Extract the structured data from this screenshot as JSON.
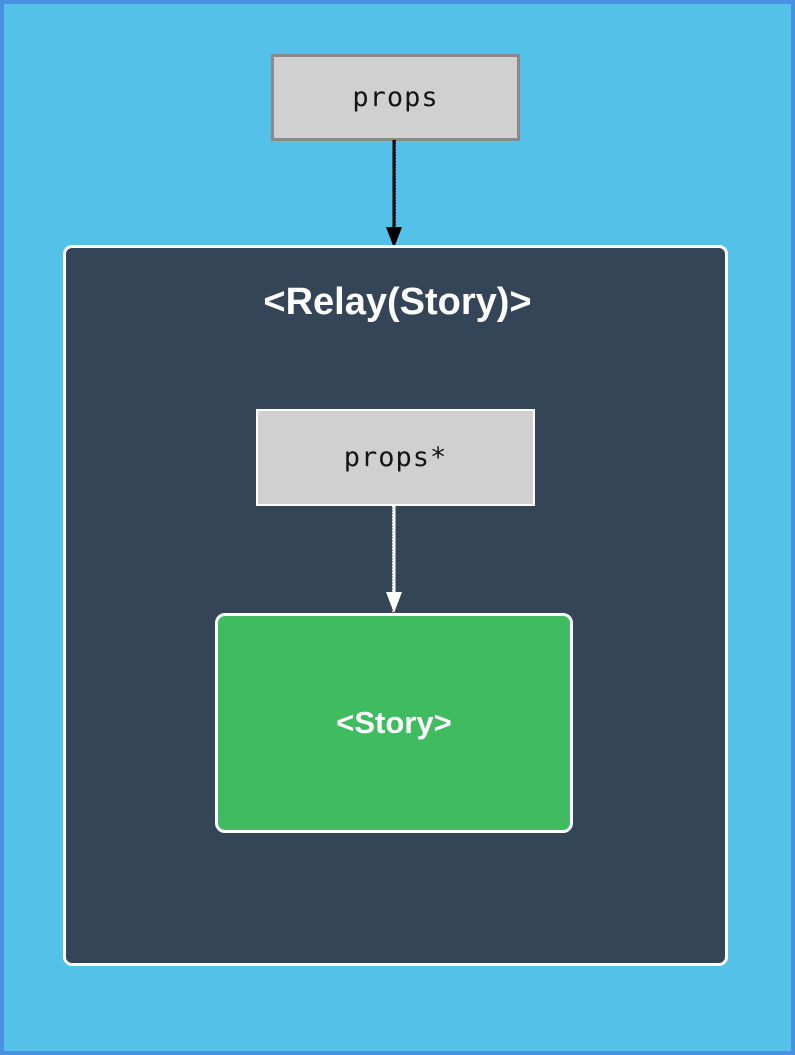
{
  "diagram": {
    "background_color": "#54c1e8",
    "frame_border_color": "#4a90e2",
    "nodes": {
      "props": {
        "label": "props",
        "fill": "#d0d0d0",
        "border_color": "#8a8a8a",
        "text_color": "#141414"
      },
      "relay_container": {
        "label": "<Relay(Story)>",
        "fill": "#344557",
        "border_color": "#ffffff",
        "text_color": "#ffffff"
      },
      "props_star": {
        "label": "props*",
        "fill": "#d0d0d0",
        "border_color": "#ffffff",
        "text_color": "#141414"
      },
      "story": {
        "label": "<Story>",
        "fill": "#3ebc5f",
        "border_color": "#ffffff",
        "text_color": "#ffffff"
      }
    },
    "edges": [
      {
        "from": "props",
        "to": "relay_container",
        "color": "#000000",
        "direction": "down"
      },
      {
        "from": "props_star",
        "to": "story",
        "color": "#ffffff",
        "direction": "down"
      }
    ]
  }
}
